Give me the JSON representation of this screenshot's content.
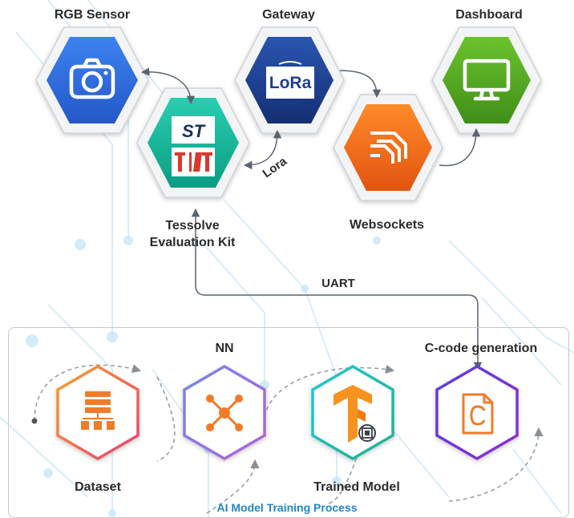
{
  "nodes": {
    "rgb_sensor": {
      "label": "RGB Sensor",
      "icon": "camera-icon",
      "color": "#2f6de0"
    },
    "gateway": {
      "label": "Gateway",
      "icon": "lora-logo",
      "logo_text": "LoRa",
      "color": "#1d3f8f"
    },
    "dashboard": {
      "label": "Dashboard",
      "icon": "monitor-icon",
      "color": "#52a824"
    },
    "tessolve": {
      "label_line1": "Tessolve",
      "label_line2": "Evaluation Kit",
      "icon": "st-logo",
      "color": "#14b89a"
    },
    "websockets": {
      "label": "Websockets",
      "icon": "websocket-icon",
      "color": "#ef6a1c"
    }
  },
  "connections": {
    "lora_label": "Lora",
    "uart_label": "UART"
  },
  "training": {
    "title": "AI Model Training Process",
    "steps": [
      {
        "label": "Dataset",
        "icon": "hierarchy-icon",
        "color": "#f07b4a"
      },
      {
        "label": "NN",
        "icon": "network-icon",
        "color": "#9b6ad8"
      },
      {
        "label": "Trained Model",
        "icon": "tensorflow-icon",
        "color": "#1ec6c6"
      },
      {
        "label": "C-code generation",
        "icon": "c-file-icon",
        "color": "#7b2fd6"
      }
    ]
  }
}
